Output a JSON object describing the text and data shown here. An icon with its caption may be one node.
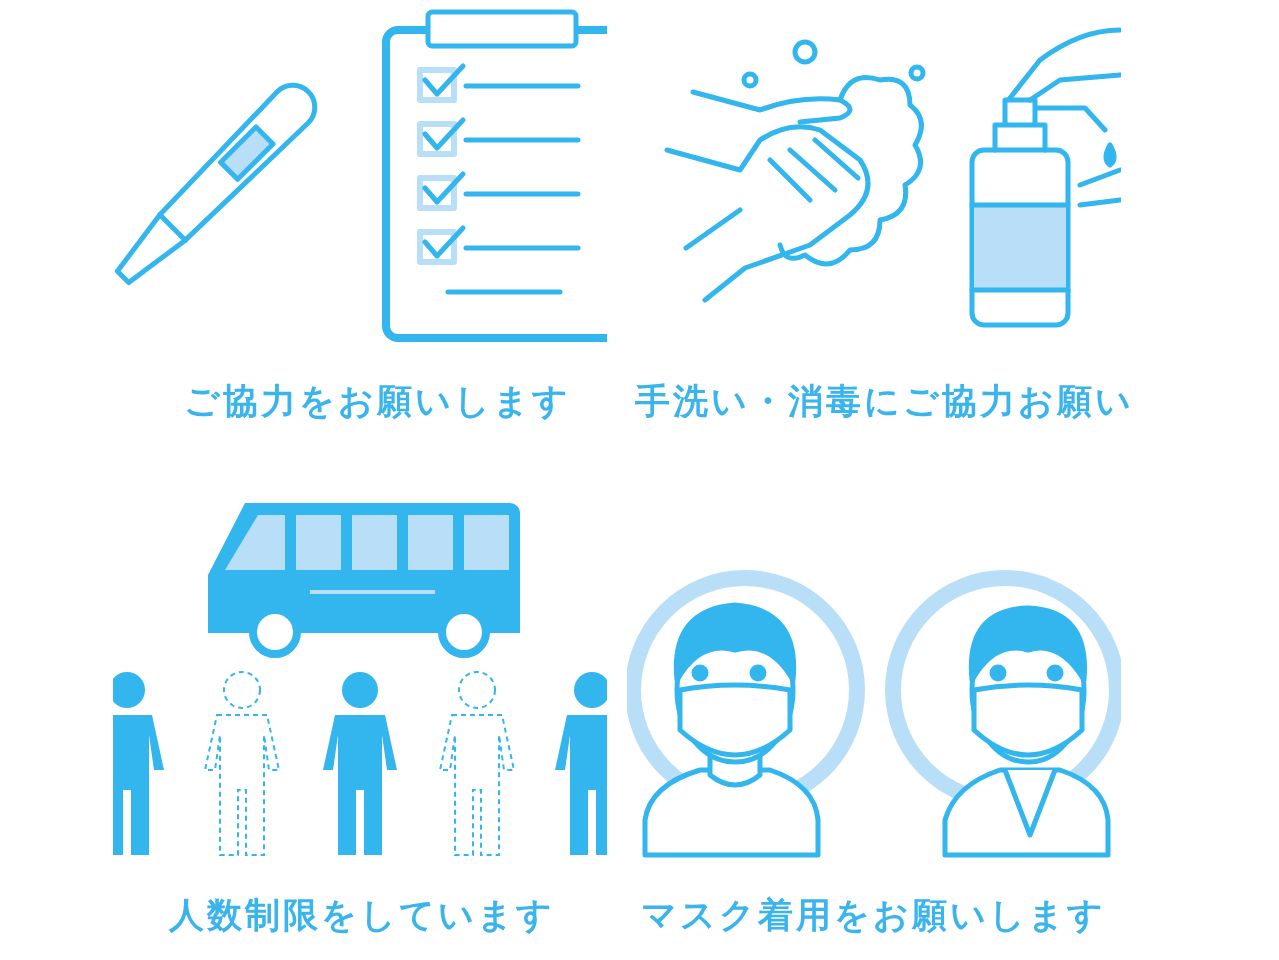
{
  "diagram": {
    "labels": [
      "ご協力をお願いします",
      "手洗い・消毒にご協力お願い",
      "人数制限をしています",
      "マスク着用をお願いします"
    ]
  }
}
